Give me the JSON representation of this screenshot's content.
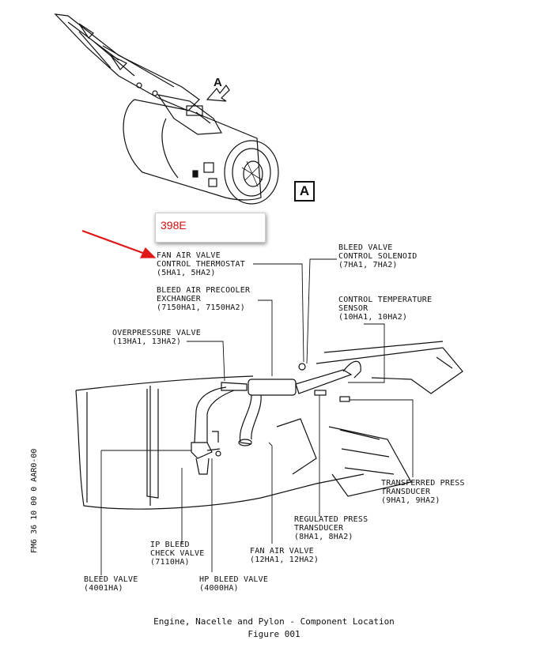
{
  "callout": {
    "text": "398E",
    "color": "#d01010"
  },
  "view_marker": "A",
  "arrow_label": "A",
  "side_ref": "FM6 36 10 00 0 AAR0-00",
  "caption": {
    "line1": "Engine, Nacelle and Pylon - Component Location",
    "line2": "Figure 001"
  },
  "labels": {
    "fan_air_valve_thermostat": [
      "FAN AIR VALVE",
      "CONTROL THERMOSTAT",
      "(5HA1, 5HA2)"
    ],
    "bleed_valve_solenoid": [
      "BLEED VALVE",
      "CONTROL SOLENOID",
      "(7HA1, 7HA2)"
    ],
    "precooler": [
      "BLEED AIR PRECOOLER",
      "EXCHANGER",
      "(7150HA1, 7150HA2)"
    ],
    "control_temp_sensor": [
      "CONTROL TEMPERATURE",
      "SENSOR",
      "(10HA1, 10HA2)"
    ],
    "overpressure_valve": [
      "OVERPRESSURE VALVE",
      "(13HA1, 13HA2)"
    ],
    "transferred_press": [
      "TRANSFERRED PRESS",
      "TRANSDUCER",
      "(9HA1, 9HA2)"
    ],
    "regulated_press": [
      "REGULATED PRESS",
      "TRANSDUCER",
      "(8HA1, 8HA2)"
    ],
    "ip_bleed_check": [
      "IP BLEED",
      "CHECK VALVE",
      "(7110HA)"
    ],
    "fan_air_valve": [
      "FAN AIR VALVE",
      "(12HA1, 12HA2)"
    ],
    "bleed_valve": [
      "BLEED VALVE",
      "(4001HA)"
    ],
    "hp_bleed_valve": [
      "HP BLEED VALVE",
      "(4000HA)"
    ]
  }
}
